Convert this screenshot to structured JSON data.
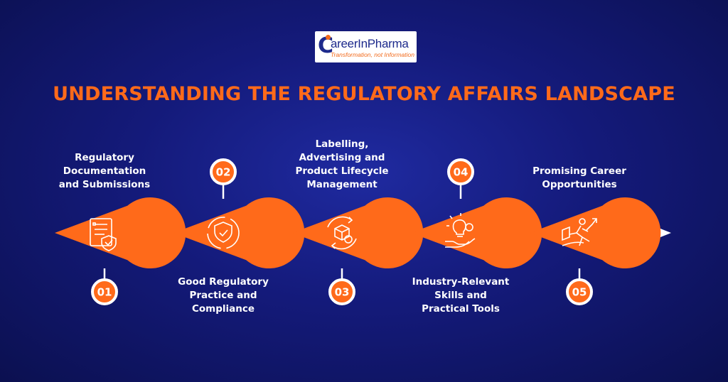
{
  "logo": {
    "letter": "C",
    "name": "areerInPharma",
    "tagline": "Transformation, not Information"
  },
  "title": "UNDERSTANDING THE REGULATORY AFFAIRS LANDSCAPE",
  "colors": {
    "background": "#141a7a",
    "accent": "#ff6a1a",
    "text": "#ffffff"
  },
  "steps": [
    {
      "number": "01",
      "label": "Regulatory\nDocumentation\nand Submissions",
      "icon": "document-check-icon"
    },
    {
      "number": "02",
      "label": "Good Regulatory\nPractice and\nCompliance",
      "icon": "shield-check-icon"
    },
    {
      "number": "03",
      "label": "Labelling,\nAdvertising and\nProduct Lifecycle\nManagement",
      "icon": "product-cycle-icon"
    },
    {
      "number": "04",
      "label": "Industry-Relevant\nSkills and\nPractical Tools",
      "icon": "lightbulb-gear-hand-icon"
    },
    {
      "number": "05",
      "label": "Promising Career\nOpportunities",
      "icon": "person-rising-arrow-icon"
    }
  ]
}
